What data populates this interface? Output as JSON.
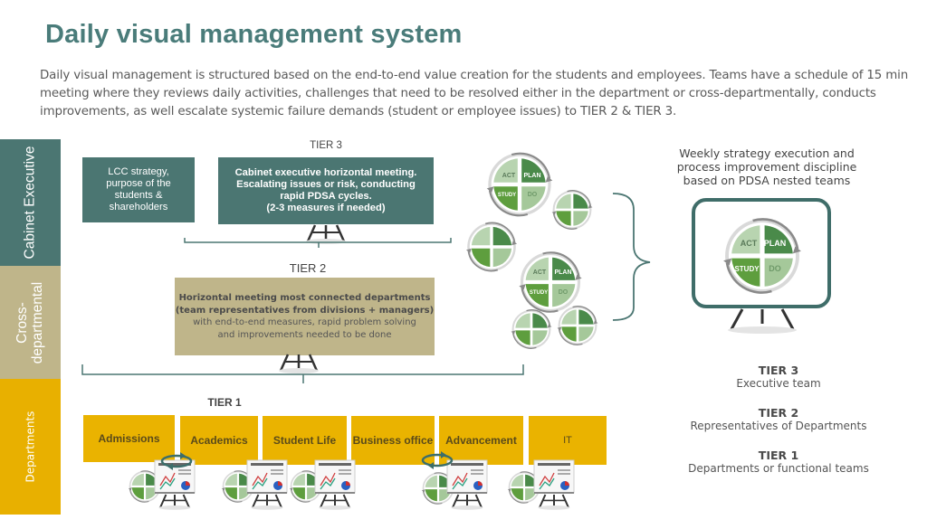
{
  "title": "Daily visual management system",
  "intro": "Daily visual management is structured based on the end-to-end value creation for the students and employees. Teams have a schedule of 15 min meeting where they reviews daily activities, challenges that need to be resolved either in the department or cross-departmentally, conducts improvements, as well escalate systemic failure demands (student or employee issues) to TIER 2 & TIER 3.",
  "bands": {
    "executive": "Cabinet Executive",
    "cross_line1": "Cross-",
    "cross_line2": "departmental",
    "departments": "Departments"
  },
  "tier3": {
    "label": "TIER 3",
    "strategy_box": [
      "LCC strategy,",
      "purpose of the",
      "students &",
      "shareholders"
    ],
    "meeting_box": [
      "Cabinet executive horizontal meeting.",
      "Escalating issues or risk, conducting",
      "rapid PDSA cycles.",
      "(2-3 measures if needed)"
    ]
  },
  "tier2": {
    "label": "TIER 2",
    "bold_lines": [
      "Horizontal meeting most connected departments",
      "(team representatives from divisions + managers)"
    ],
    "lines": [
      "with end-to-end measures, rapid problem solving",
      "and improvements needed to be done"
    ]
  },
  "tier1": {
    "label": "TIER 1",
    "departments": [
      "Admissions",
      "Academics",
      "Student Life",
      "Business office",
      "Advancement",
      "IT"
    ]
  },
  "pdsa": {
    "act": "ACT",
    "plan": "PLAN",
    "study": "STUDY",
    "do": "DO"
  },
  "weekly": [
    "Weekly strategy execution and",
    "process improvement discipline",
    "based on PDSA nested teams"
  ],
  "legend": [
    {
      "tier": "TIER 3",
      "desc": "Executive team"
    },
    {
      "tier": "TIER 2",
      "desc": "Representatives of Departments"
    },
    {
      "tier": "TIER 1",
      "desc": "Departments or functional teams"
    }
  ],
  "colors": {
    "teal": "#4b7672",
    "tan": "#bfb58a",
    "gold": "#eab300",
    "title": "#4a7c7a",
    "plan": "#4a8a4a",
    "study": "#5e9e3e",
    "act": "#b8d4b0",
    "do": "#a5c89a"
  }
}
